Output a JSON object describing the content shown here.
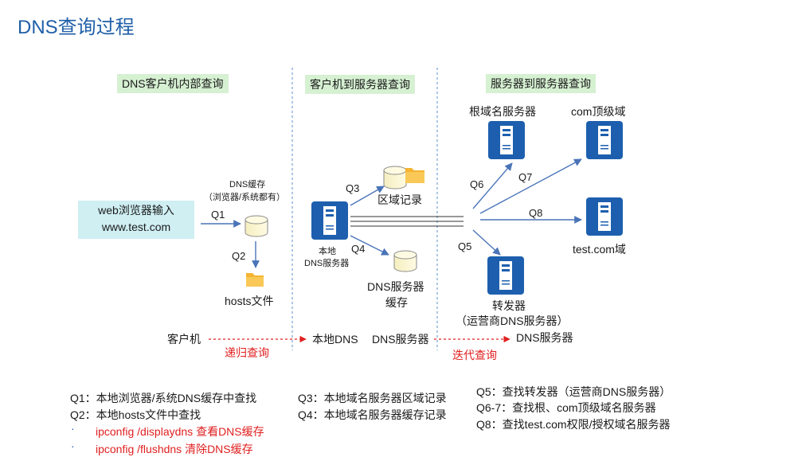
{
  "title": "DNS查询过程",
  "sections": {
    "client_internal": "DNS客户机内部查询",
    "client_to_server": "客户机到服务器查询",
    "server_to_server": "服务器到服务器查询"
  },
  "nodes": {
    "browser_line1": "web浏览器输入",
    "browser_line2": "www.test.com",
    "dns_cache_title": "DNS缓存",
    "dns_cache_sub": "（浏览器/系统都有）",
    "hosts_file": "hosts文件",
    "local_dns_line1": "本地",
    "local_dns_line2": "DNS服务器",
    "zone_record": "区域记录",
    "dns_server_cache_line1": "DNS服务器",
    "dns_server_cache_line2": "缓存",
    "root_server": "根域名服务器",
    "com_tld": "com顶级域",
    "test_domain": "test.com域",
    "forwarder_line1": "转发器",
    "forwarder_line2": "（运营商DNS服务器）"
  },
  "edges": {
    "q1": "Q1",
    "q2": "Q2",
    "q3": "Q3",
    "q4": "Q4",
    "q5": "Q5",
    "q6": "Q6",
    "q7": "Q7",
    "q8": "Q8"
  },
  "flow": {
    "client": "客户机",
    "recursive": "递归查询",
    "local_dns": "本地DNS",
    "dns_server_a": "DNS服务器",
    "iterative": "迭代查询",
    "dns_server_b": "DNS服务器"
  },
  "legend": {
    "q1": "Q1：本地浏览器/系统DNS缓存中查找",
    "q2": "Q2：本地hosts文件中查找",
    "cmd1": "ipconfig /displaydns   查看DNS缓存",
    "cmd2": "ipconfig /flushdns   清除DNS缓存",
    "bullet": "·",
    "q3": "Q3：本地域名服务器区域记录",
    "q4": "Q4：本地域名服务器缓存记录",
    "q5": "Q5：查找转发器（运营商DNS服务器）",
    "q67": "Q6-7：查找根、com顶级域名服务器",
    "q8": "Q8：查找test.com权限/授权域名服务器"
  },
  "colors": {
    "title": "#1f5fa8",
    "server_icon": "#1d5fae",
    "arrow": "#4a74b8",
    "section_bg": "#d6f0d2",
    "browser_bg": "#cfeff3",
    "red": "#e02020"
  }
}
